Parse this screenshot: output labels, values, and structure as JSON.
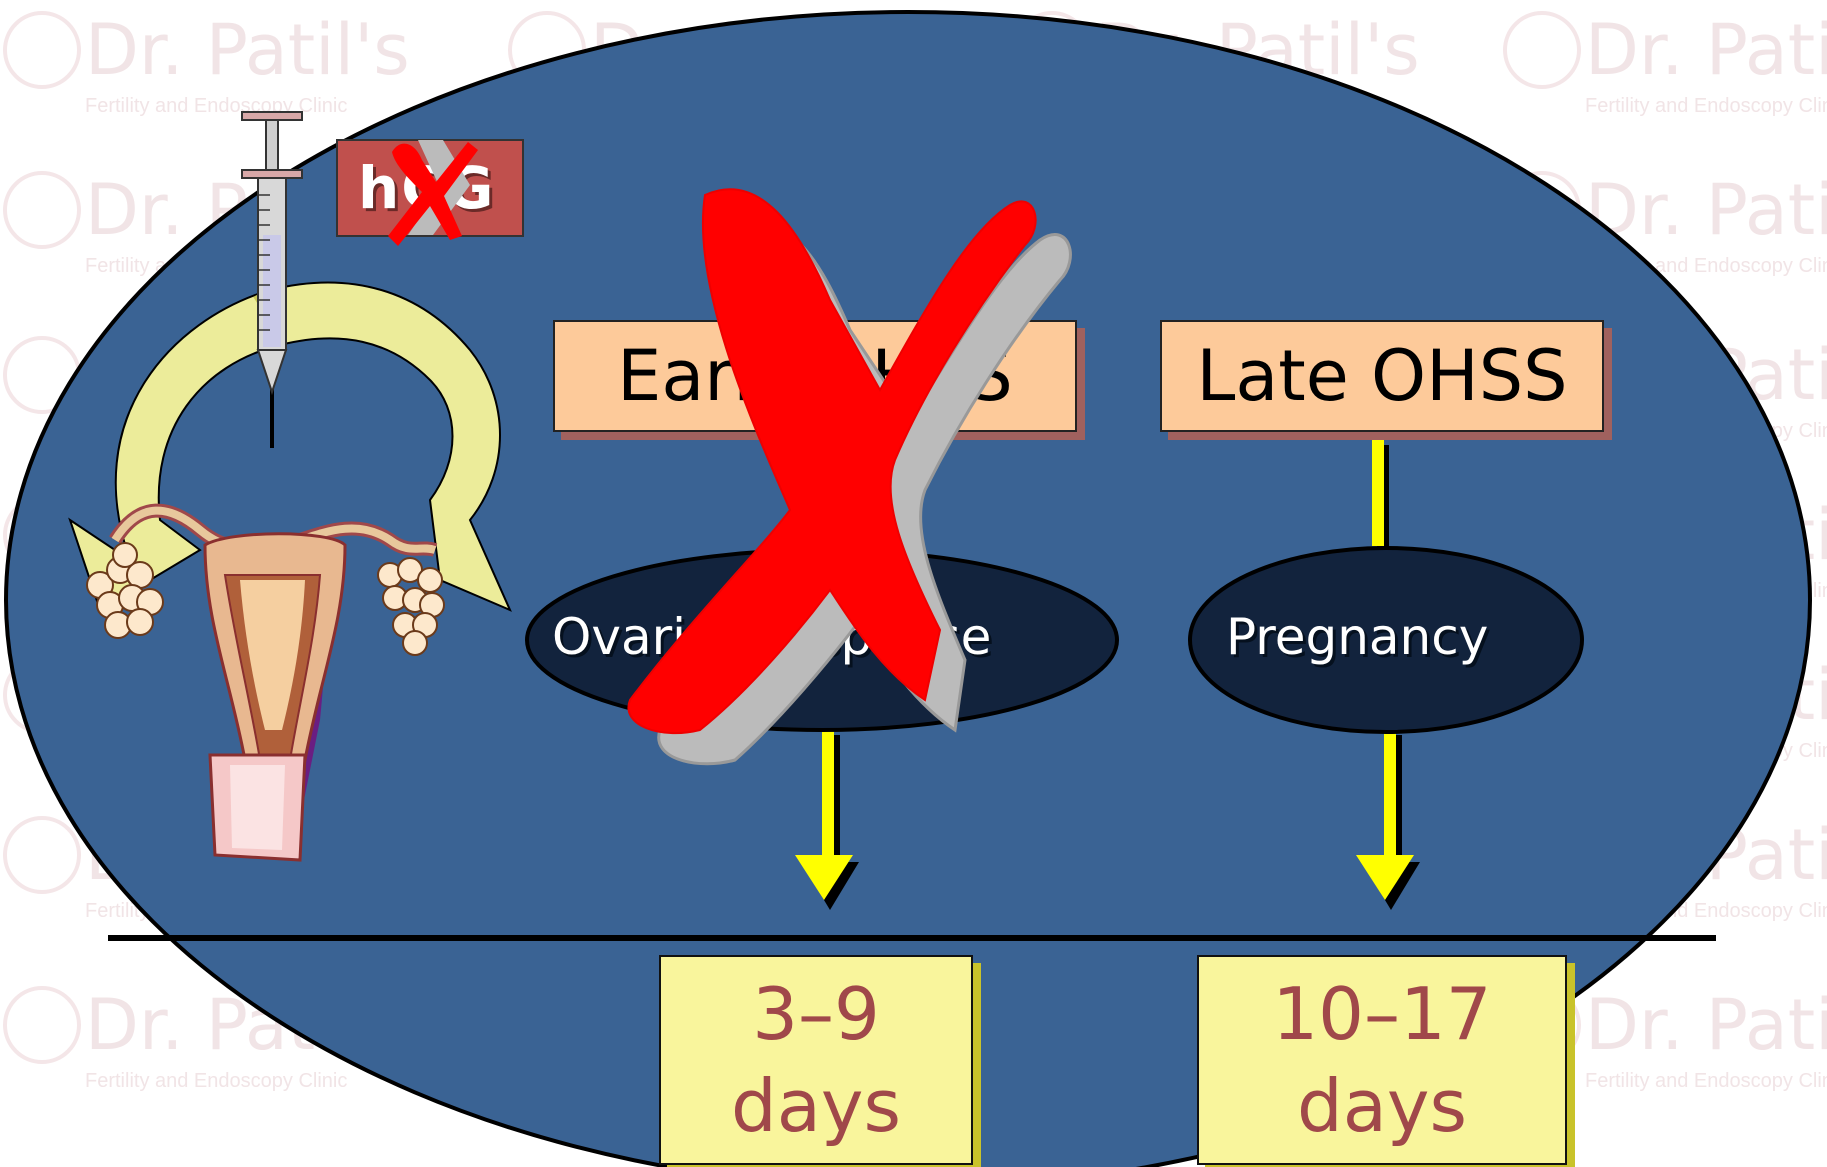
{
  "watermark": {
    "name": "Dr. Patil's",
    "subtitle": "Fertility and Endoscopy Clinic"
  },
  "injection": {
    "label": "hCG"
  },
  "early": {
    "title": "Early OHSS",
    "cause": "Ovarian response",
    "onset": {
      "range": "3–9",
      "unit": "days"
    },
    "crossed_out": true
  },
  "late": {
    "title": "Late OHSS",
    "cause": "Pregnancy",
    "onset": {
      "range": "10–17",
      "unit": "days"
    }
  },
  "colors": {
    "background_oval": "#3a6394",
    "cause_oval": "#12233d",
    "ohss_box": "#fdca9a",
    "days_box": "#f9f59c",
    "days_text": "#a0484a",
    "arrow": "#ffff00",
    "cross": "#ff0000",
    "hcg_box": "#c0504d",
    "watermark": "#f1e4e6"
  }
}
